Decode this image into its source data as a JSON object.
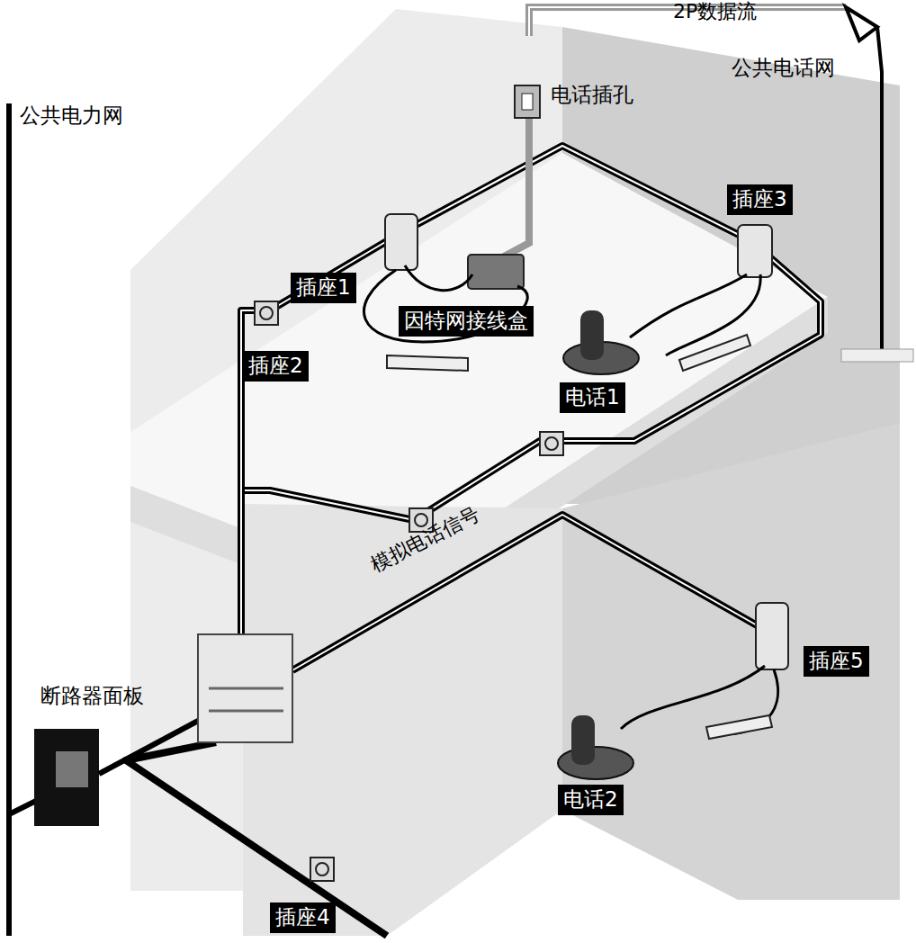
{
  "diagram": {
    "nodes": [
      {
        "text": [
          "插座3"
        ]
      },
      {
        "text": [
          "插座1"
        ]
      },
      {
        "text": [
          "因特网接线盒"
        ]
      },
      {
        "text": [
          "插座2"
        ]
      },
      {
        "text": [
          "电话1"
        ]
      },
      {
        "text": [
          "插座5"
        ]
      },
      {
        "text": [
          "电话2"
        ]
      },
      {
        "text": [
          "插座4"
        ]
      }
    ],
    "labels": [
      "2P数据流",
      "公共电话网",
      "电话插孔",
      "公共电力网",
      "模拟电话信号",
      "断路器面板"
    ]
  }
}
